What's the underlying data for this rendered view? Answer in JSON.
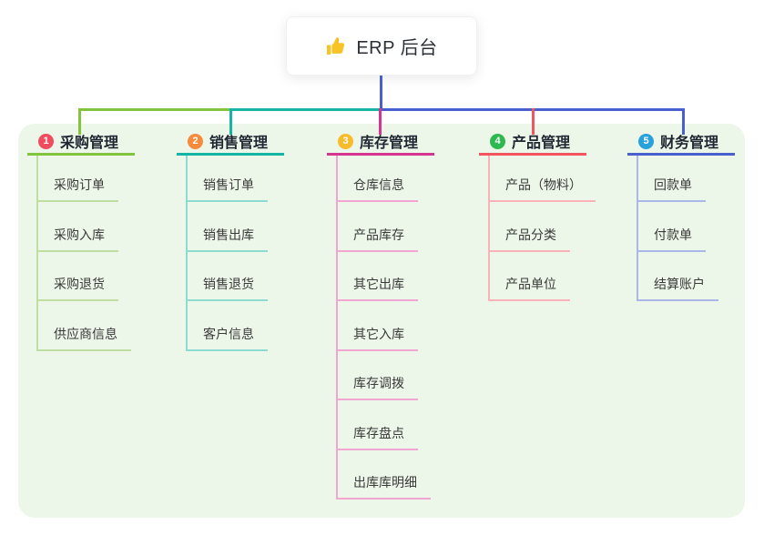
{
  "root": {
    "label": "ERP 后台",
    "icon": "thumbs-up-icon",
    "icon_color": "#f7c325",
    "connector_color": "#4a5fce"
  },
  "panel": {
    "background": "#edf7e9"
  },
  "branches": [
    {
      "number": "1",
      "label": "采购管理",
      "badge_color": "#f04c5f",
      "line_color": "#82c43e",
      "child_line_color": "#bedfa0",
      "children": [
        "采购订单",
        "采购入库",
        "采购退货",
        "供应商信息"
      ]
    },
    {
      "number": "2",
      "label": "销售管理",
      "badge_color": "#f68b3d",
      "line_color": "#15b5a5",
      "child_line_color": "#8edbd2",
      "children": [
        "销售订单",
        "销售出库",
        "销售退货",
        "客户信息"
      ]
    },
    {
      "number": "3",
      "label": "库存管理",
      "badge_color": "#f8bb2b",
      "line_color": "#d6358f",
      "child_line_color": "#f0a6d1",
      "children": [
        "仓库信息",
        "产品库存",
        "其它出库",
        "其它入库",
        "库存调拨",
        "库存盘点",
        "出库库明细"
      ]
    },
    {
      "number": "4",
      "label": "产品管理",
      "badge_color": "#2eb950",
      "line_color": "#f25560",
      "child_line_color": "#f8b2b8",
      "children": [
        "产品（物料）",
        "产品分类",
        "产品单位"
      ]
    },
    {
      "number": "5",
      "label": "财务管理",
      "badge_color": "#29a1dc",
      "line_color": "#4a5fce",
      "child_line_color": "#a9b7e9",
      "children": [
        "回款单",
        "付款单",
        "结算账户"
      ]
    }
  ]
}
